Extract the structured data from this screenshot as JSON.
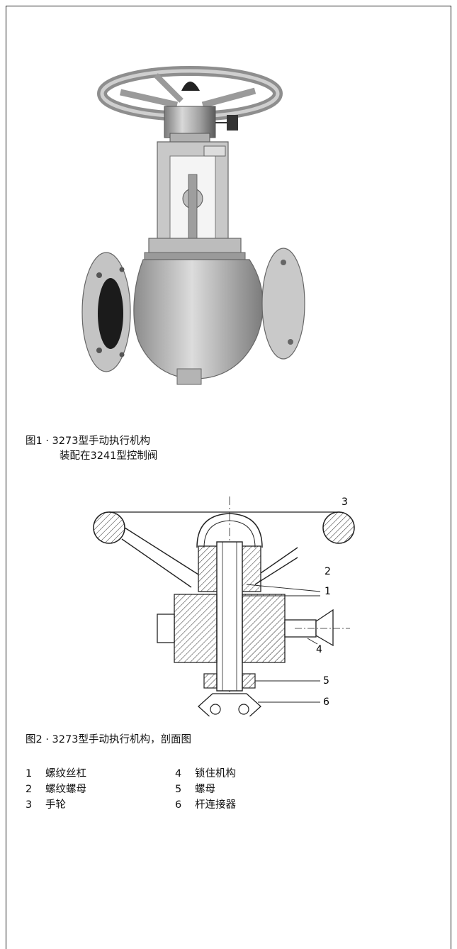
{
  "figure1": {
    "caption_line1": "图1 · 3273型手动执行机构",
    "caption_line2": "装配在3241型控制阀"
  },
  "figure2": {
    "caption": "图2 · 3273型手动执行机构，剖面图",
    "callouts": [
      "1",
      "2",
      "3",
      "4",
      "5",
      "6"
    ]
  },
  "legend": [
    {
      "num": "1",
      "text": "螺纹丝杠",
      "num2": "4",
      "text2": "锁住机构"
    },
    {
      "num": "2",
      "text": "螺纹螺母",
      "num2": "5",
      "text2": "螺母"
    },
    {
      "num": "3",
      "text": "手轮",
      "num2": "6",
      "text2": "杆连接器"
    }
  ]
}
